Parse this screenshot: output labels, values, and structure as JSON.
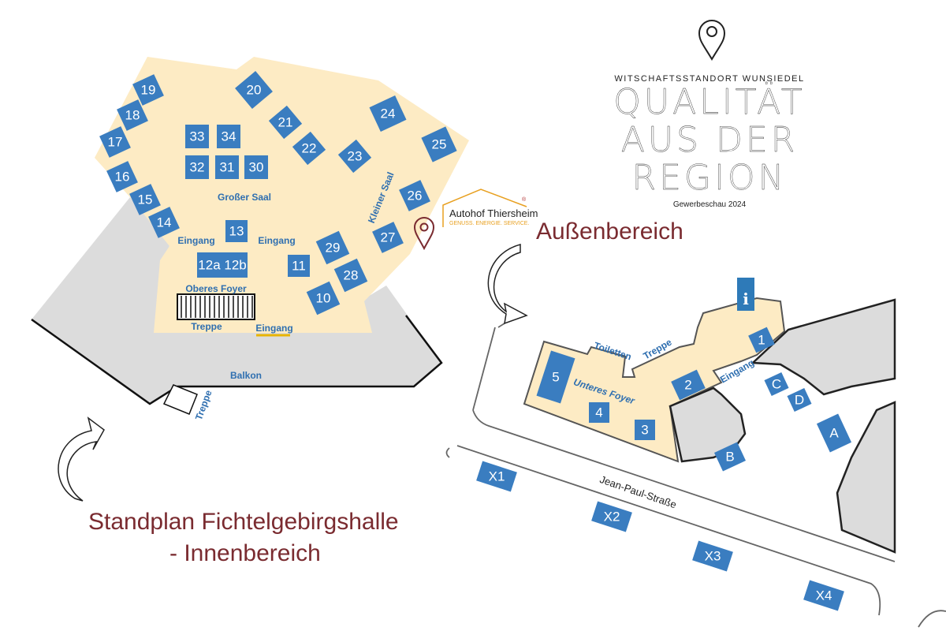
{
  "header": {
    "subtitle": "WITSCHAFTSSTANDORT WUNSIEDEL",
    "title_line1": "QUALITÄT",
    "title_line2": "AUS DER REGION",
    "event": "Gewerbeschau 2024"
  },
  "sponsor": {
    "name": "Autohof Thiersheim",
    "slogan": "GENUSS. ENERGIE. SERVICE.",
    "registered": "®"
  },
  "titles": {
    "outdoor": "Außenbereich",
    "indoor_line1": "Standplan Fichtelgebirgshalle",
    "indoor_line2": "- Innenbereich"
  },
  "indoor_labels": {
    "grosser_saal": "Großer Saal",
    "kleiner_saal": "Kleiner Saal",
    "eingang": "Eingang",
    "oberes_foyer": "Oberes Foyer",
    "treppe": "Treppe",
    "balkon": "Balkon"
  },
  "outdoor_labels": {
    "toiletten": "Toiletten",
    "treppe": "Treppe",
    "unteres_foyer": "Unteres Foyer",
    "eingang": "Eingang",
    "street": "Jean-Paul-Straße"
  },
  "booths_indoor": [
    "19",
    "18",
    "17",
    "16",
    "15",
    "14",
    "20",
    "21",
    "22",
    "23",
    "24",
    "25",
    "26",
    "27",
    "33",
    "34",
    "32",
    "31",
    "30",
    "13",
    "12a",
    "12b",
    "11",
    "29",
    "28",
    "10"
  ],
  "booths_outdoor": [
    "1",
    "2",
    "3",
    "4",
    "5",
    "A",
    "B",
    "C",
    "D",
    "X1",
    "X2",
    "X3",
    "X4"
  ],
  "colors": {
    "booth": "#3a7dc0",
    "floor": "#fdebc4",
    "gray": "#dcdcdc",
    "accent": "#7a2b30"
  }
}
